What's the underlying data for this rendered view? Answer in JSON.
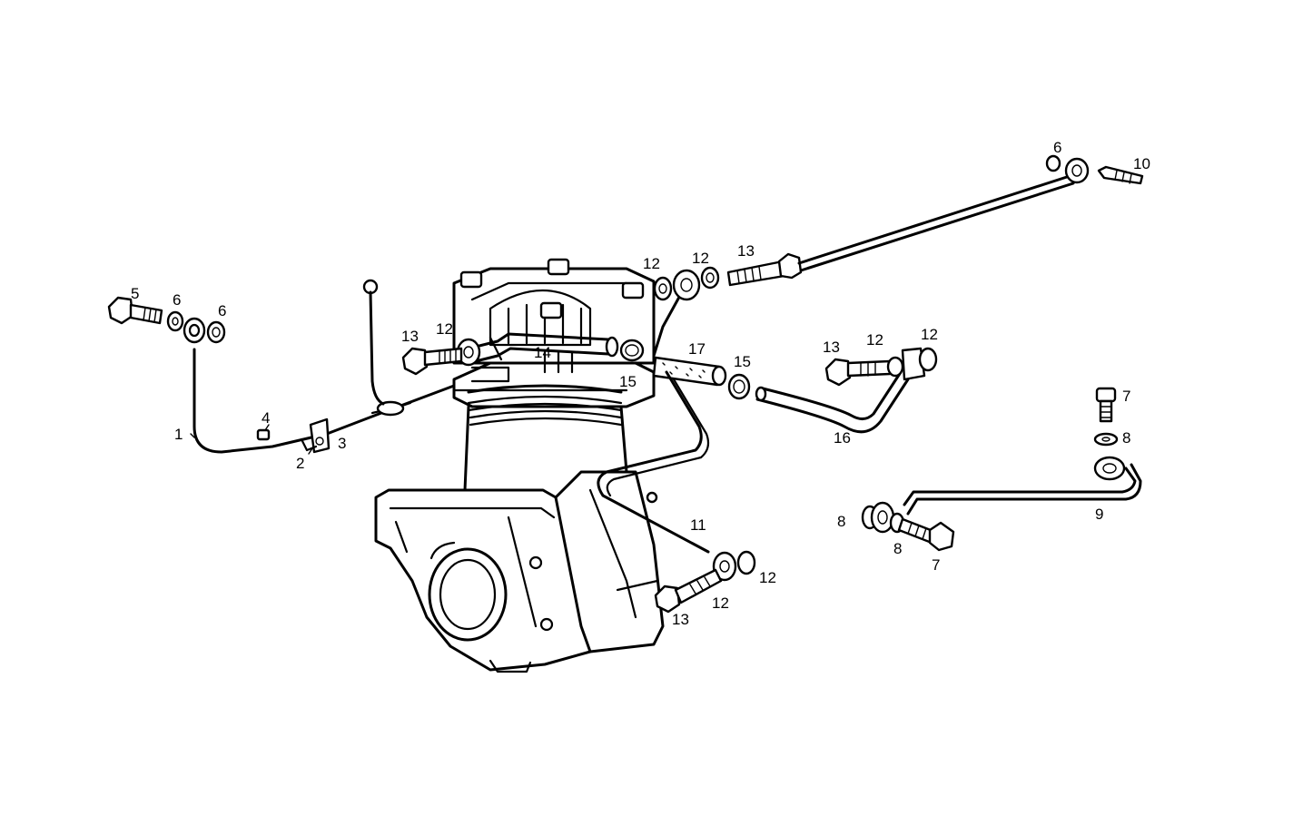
{
  "callouts": [
    {
      "id": "c-1",
      "text": "1"
    },
    {
      "id": "c-2",
      "text": "2"
    },
    {
      "id": "c-3",
      "text": "3"
    },
    {
      "id": "c-4",
      "text": "4"
    },
    {
      "id": "c-5",
      "text": "5"
    },
    {
      "id": "c-6a",
      "text": "6"
    },
    {
      "id": "c-6b",
      "text": "6"
    },
    {
      "id": "c-6c",
      "text": "6"
    },
    {
      "id": "c-7a",
      "text": "7"
    },
    {
      "id": "c-7b",
      "text": "7"
    },
    {
      "id": "c-8a",
      "text": "8"
    },
    {
      "id": "c-8b",
      "text": "8"
    },
    {
      "id": "c-8c",
      "text": "8"
    },
    {
      "id": "c-9",
      "text": "9"
    },
    {
      "id": "c-10",
      "text": "10"
    },
    {
      "id": "c-11",
      "text": "11"
    },
    {
      "id": "c-12a",
      "text": "12"
    },
    {
      "id": "c-12b",
      "text": "12"
    },
    {
      "id": "c-12c",
      "text": "12"
    },
    {
      "id": "c-12d",
      "text": "12"
    },
    {
      "id": "c-12e",
      "text": "12"
    },
    {
      "id": "c-12f",
      "text": "12"
    },
    {
      "id": "c-12g",
      "text": "12"
    },
    {
      "id": "c-13a",
      "text": "13"
    },
    {
      "id": "c-13b",
      "text": "13"
    },
    {
      "id": "c-13c",
      "text": "13"
    },
    {
      "id": "c-13d",
      "text": "13"
    },
    {
      "id": "c-14",
      "text": "14"
    },
    {
      "id": "c-15a",
      "text": "15"
    },
    {
      "id": "c-15b",
      "text": "15"
    },
    {
      "id": "c-16",
      "text": "16"
    },
    {
      "id": "c-17",
      "text": "17"
    }
  ]
}
